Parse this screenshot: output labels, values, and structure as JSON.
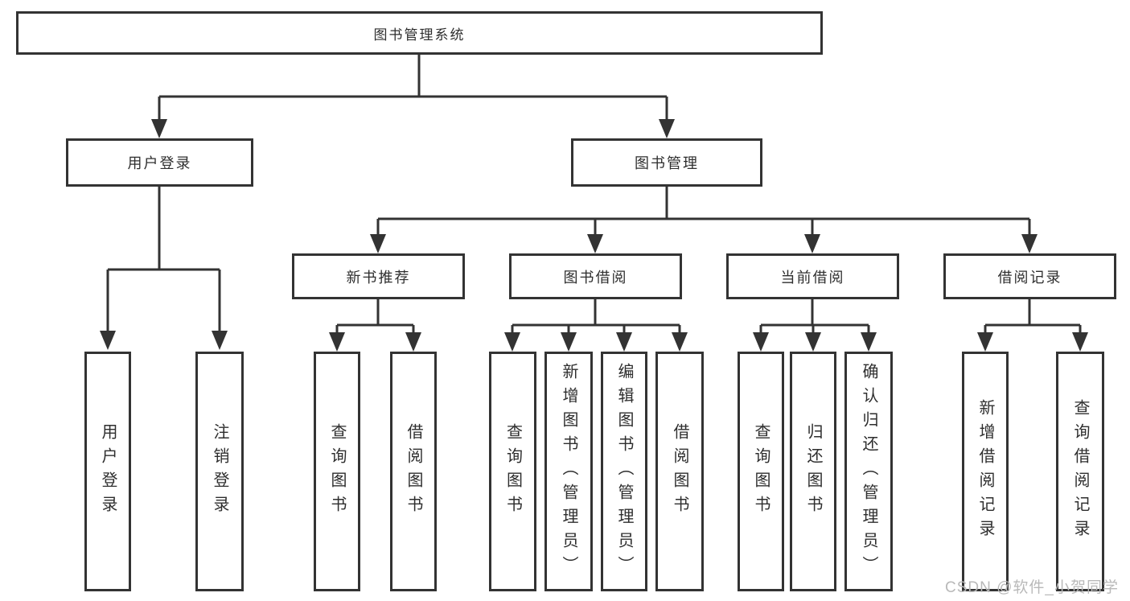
{
  "colors": {
    "line": "#333333",
    "box_border": "#333333",
    "box_fill": "#ffffff",
    "background": "#ffffff",
    "watermark": "#b9b9b9"
  },
  "diagram_type": "hierarchy-tree",
  "tree": {
    "root": {
      "label": "图书管理系统"
    },
    "branches": [
      {
        "label": "用户登录",
        "children": [
          {
            "label": "用户登录"
          },
          {
            "label": "注销登录"
          }
        ]
      },
      {
        "label": "图书管理",
        "children": [
          {
            "label": "新书推荐",
            "children": [
              {
                "label": "查询图书"
              },
              {
                "label": "借阅图书"
              }
            ]
          },
          {
            "label": "图书借阅",
            "children": [
              {
                "label": "查询图书"
              },
              {
                "label": "新增图书（管理员）"
              },
              {
                "label": "编辑图书（管理员）"
              },
              {
                "label": "借阅图书"
              }
            ]
          },
          {
            "label": "当前借阅",
            "children": [
              {
                "label": "查询图书"
              },
              {
                "label": "归还图书"
              },
              {
                "label": "确认归还（管理员）"
              }
            ]
          },
          {
            "label": "借阅记录",
            "children": [
              {
                "label": "新增借阅记录"
              },
              {
                "label": "查询借阅记录"
              }
            ]
          }
        ]
      }
    ]
  },
  "watermark": "CSDN @软件_小贺同学"
}
